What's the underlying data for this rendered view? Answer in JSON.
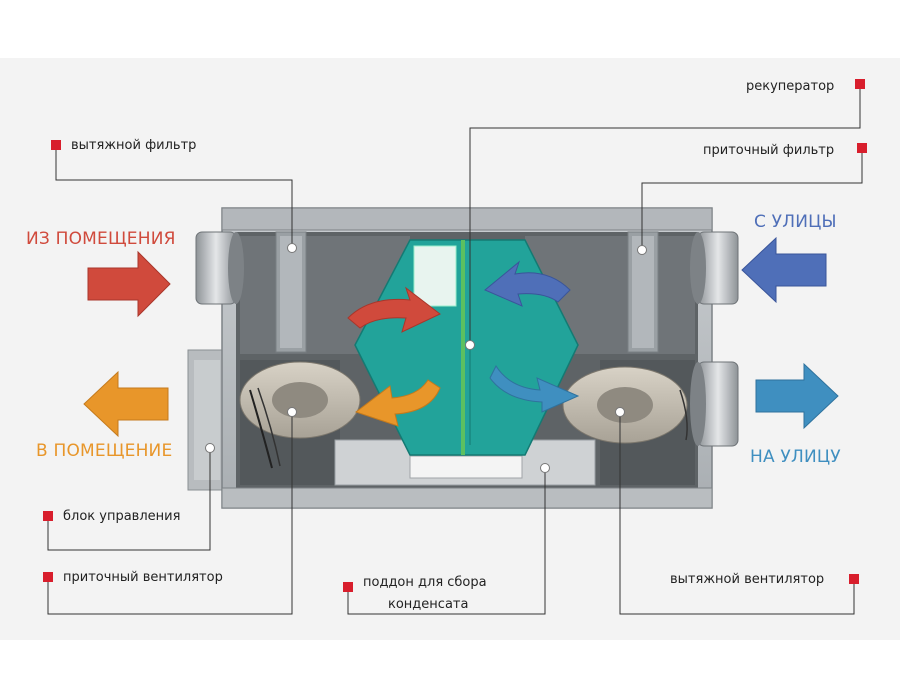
{
  "labels": {
    "recuperator": "рекуператор",
    "exhaust_filter": "вытяжной фильтр",
    "supply_filter": "приточный фильтр",
    "control_unit": "блок управления",
    "supply_fan": "приточный вентилятор",
    "condensate_tray_line1": "поддон для сбора",
    "condensate_tray_line2": "конденсата",
    "exhaust_fan": "вытяжной вентилятор"
  },
  "flows": {
    "from_room": "ИЗ ПОМЕЩЕНИЯ",
    "to_room": "В ПОМЕЩЕНИЕ",
    "from_street": "С УЛИЦЫ",
    "to_street": "НА УЛИЦУ"
  },
  "colors": {
    "from_room": "#d04a3c",
    "to_room": "#e8962a",
    "from_street": "#4f6fb8",
    "to_street": "#3f8fc0",
    "marker": "#d81e2c",
    "heat_exchanger": "#22a39a"
  }
}
